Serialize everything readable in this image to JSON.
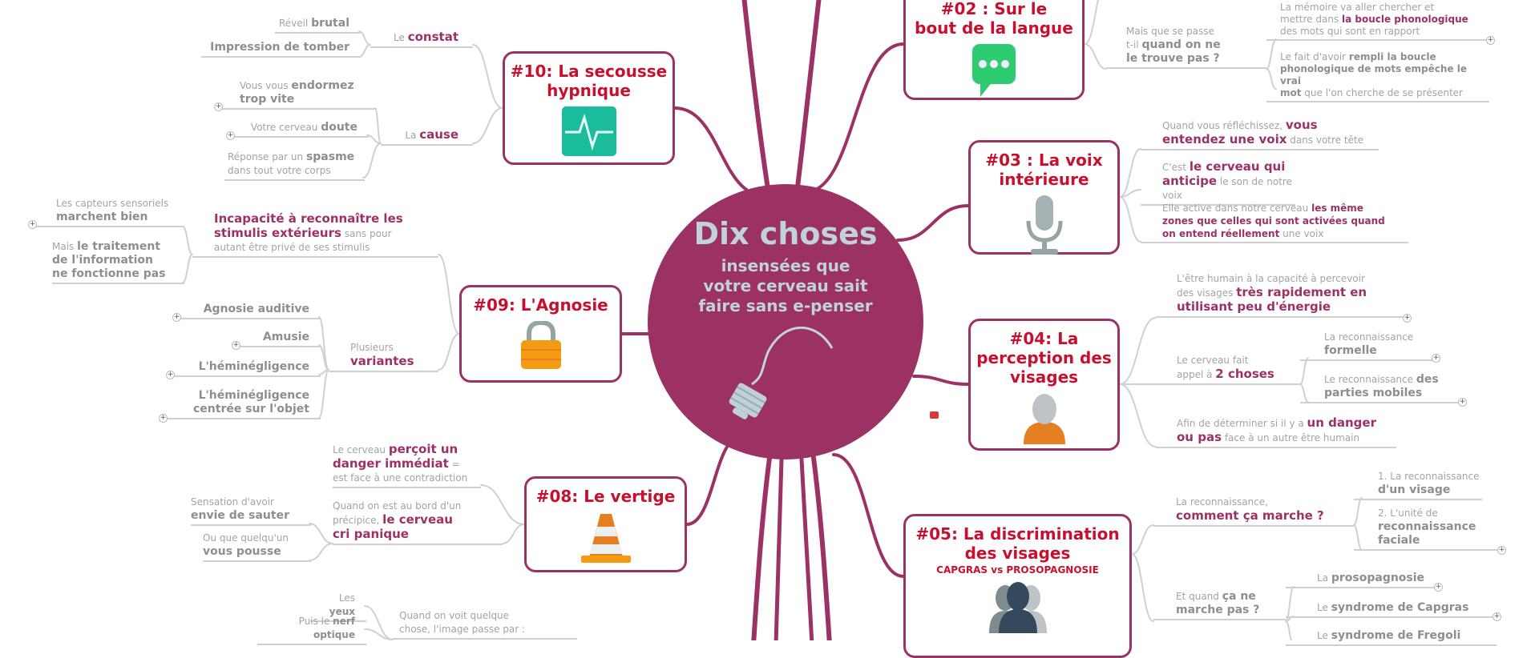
{
  "center": {
    "title": "Dix choses",
    "subtitle": "insensées que\nvotre cerveau sait\nfaire sans e-penser"
  },
  "topics": {
    "t02": {
      "title": "#02 : Sur le\nbout de la langue"
    },
    "t03": {
      "title": "#03 : La voix\nintérieure"
    },
    "t04": {
      "title": "#04: La\nperception des\nvisages"
    },
    "t05": {
      "title": "#05: La discrimination\ndes visages",
      "subtitle": "CAPGRAS vs PROSOPAGNOSIE"
    },
    "t08": {
      "title": "#08: Le vertige"
    },
    "t09": {
      "title": "#09: L'Agnosie"
    },
    "t10": {
      "title": "#10: La secousse\nhypnique"
    }
  },
  "icons": {
    "t10": "pulse-icon",
    "t02": "speech-bubble-icon",
    "t03": "microphone-icon",
    "t04": "person-icon",
    "t05": "people-icon",
    "t09": "padlock-icon",
    "t08": "traffic-cone-icon",
    "center": "lightbulb-icon"
  },
  "colors": {
    "branch": "#9b3263",
    "title": "#c8102e",
    "text": "#a3a3a3",
    "line": "#d0d0d0"
  },
  "nodes": {
    "c10_constat": [
      [
        "n",
        "Le "
      ],
      [
        "m",
        "constat"
      ]
    ],
    "c10_reveil": [
      [
        "n",
        "Réveil "
      ],
      [
        "g",
        "brutal"
      ]
    ],
    "c10_impression": [
      [
        "g",
        "Impression de tomber"
      ]
    ],
    "c10_cause": [
      [
        "n",
        "La "
      ],
      [
        "m",
        "cause"
      ]
    ],
    "c10_endormez": [
      [
        "n",
        "Vous vous "
      ],
      [
        "g",
        "endormez\ntrop vite"
      ]
    ],
    "c10_doute": [
      [
        "n",
        "Votre cerveau "
      ],
      [
        "g",
        "doute"
      ]
    ],
    "c10_spasme": [
      [
        "n",
        "Réponse par un "
      ],
      [
        "g",
        "spasme"
      ],
      [
        "n",
        "\ndans tout votre corps"
      ]
    ],
    "c09_incap": [
      [
        "m",
        "Incapacité à reconnaître les\nstimulis extérieurs"
      ],
      [
        "n",
        " sans pour\nautant être privé de ses stimulis"
      ]
    ],
    "c09_capteurs": [
      [
        "n",
        "Les capteurs sensoriels\n"
      ],
      [
        "g",
        "marchent bien"
      ]
    ],
    "c09_traitement": [
      [
        "n",
        "Mais "
      ],
      [
        "g",
        "le traitement\nde l'information\nne fonctionne pas"
      ]
    ],
    "c09_variantes": [
      [
        "n",
        "Plusieurs\n"
      ],
      [
        "m",
        "variantes"
      ]
    ],
    "c09_agnosie": [
      [
        "g",
        "Agnosie auditive"
      ]
    ],
    "c09_amusie": [
      [
        "g",
        "Amusie"
      ]
    ],
    "c09_hemi": [
      [
        "g",
        "L'héminégligence"
      ]
    ],
    "c09_hemiobj": [
      [
        "g",
        "L'héminégligence\ncentrée sur l'objet"
      ]
    ],
    "c08_danger": [
      [
        "n",
        "Le cerveau "
      ],
      [
        "m",
        "perçoit un\ndanger immédiat"
      ],
      [
        "n",
        " =\nest face à une contradiction"
      ]
    ],
    "c08_bord": [
      [
        "n",
        "Quand on est au bord d'un\nprécipice, "
      ],
      [
        "m",
        "le cerveau\ncri panique"
      ]
    ],
    "c08_sauter": [
      [
        "n",
        "Sensation d'avoir\n"
      ],
      [
        "g",
        "envie de sauter"
      ]
    ],
    "c08_pousse": [
      [
        "n",
        "Ou que quelqu'un\n"
      ],
      [
        "g",
        "vous pousse"
      ]
    ],
    "c07_image": [
      [
        "n",
        "Quand on voit quelque\nchose, l'image passe par :"
      ]
    ],
    "c07_yeux": [
      [
        "n",
        "Les "
      ],
      [
        "gs",
        "yeux"
      ]
    ],
    "c07_nerf": [
      [
        "n",
        "Puis le "
      ],
      [
        "gs",
        "nerf optique"
      ]
    ],
    "c02_passe": [
      [
        "n",
        "Mais que se passe\nt-il "
      ],
      [
        "g",
        "quand on ne\nle trouve pas ?"
      ]
    ],
    "c02_memoire": [
      [
        "n",
        "La mémoire va aller chercher et\nmettre dans "
      ],
      [
        "ms",
        "la boucle phonologique"
      ],
      [
        "n",
        "\ndes mots qui sont en rapport"
      ]
    ],
    "c02_rempli": [
      [
        "n",
        "Le fait d'avoir "
      ],
      [
        "gs",
        "rempli la boucle\nphonologique de mots empêche le vrai\nmot"
      ],
      [
        "n",
        " que l'on cherche de se présenter"
      ]
    ],
    "c03_voix": [
      [
        "n",
        "Quand vous réfléchissez, "
      ],
      [
        "m",
        "vous\nentendez une voix"
      ],
      [
        "n",
        " dans votre tête"
      ]
    ],
    "c03_anticipe": [
      [
        "n",
        "C'est "
      ],
      [
        "m",
        "le cerveau qui\nanticipe"
      ],
      [
        "n",
        " le son de notre voix"
      ]
    ],
    "c03_zones": [
      [
        "n",
        "Elle active dans notre cerveau "
      ],
      [
        "ms",
        "les même\nzones que celles qui sont activées quand\non entend réellement"
      ],
      [
        "n",
        " une voix"
      ]
    ],
    "c04_rapide": [
      [
        "n",
        "L'être humain à la capacité à percevoir\ndes visages "
      ],
      [
        "m",
        "très rapidement en\nutilisant peu d'énergie"
      ]
    ],
    "c04_choses": [
      [
        "n",
        "Le cerveau fait\nappel à "
      ],
      [
        "m",
        "2 choses"
      ]
    ],
    "c04_formelle": [
      [
        "n",
        "La reconnaissance\n"
      ],
      [
        "g",
        "formelle"
      ]
    ],
    "c04_mobiles": [
      [
        "n",
        "Le reconnaissance "
      ],
      [
        "g",
        "des\nparties mobiles"
      ]
    ],
    "c04_danger": [
      [
        "n",
        "Afin de déterminer si il y a "
      ],
      [
        "m",
        "un danger\nou pas"
      ],
      [
        "n",
        " face à un autre être humain"
      ]
    ],
    "c05_comment": [
      [
        "n",
        "La reconnaissance,\n"
      ],
      [
        "m",
        "comment ça marche ?"
      ]
    ],
    "c05_visage": [
      [
        "n",
        "1. La reconnaissance\n"
      ],
      [
        "g",
        "d'un visage"
      ]
    ],
    "c05_unite": [
      [
        "n",
        "2. L'unité de\n"
      ],
      [
        "g",
        "reconnaissance\nfaciale"
      ]
    ],
    "c05_marche": [
      [
        "n",
        "Et quand "
      ],
      [
        "g",
        "ça ne\nmarche pas ?"
      ]
    ],
    "c05_proso": [
      [
        "n",
        "La "
      ],
      [
        "g",
        "prosopagnosie"
      ]
    ],
    "c05_capgras": [
      [
        "n",
        "Le "
      ],
      [
        "g",
        "syndrome de Capgras"
      ]
    ],
    "c05_fregoli": [
      [
        "n",
        "Le "
      ],
      [
        "g",
        "syndrome de Fregoli"
      ]
    ]
  }
}
